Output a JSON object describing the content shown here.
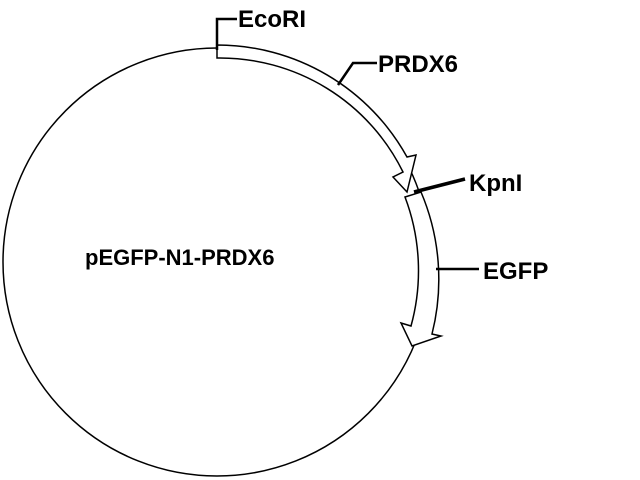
{
  "plasmid": {
    "name": "pEGFP-N1-PRDX6"
  },
  "sites": {
    "ecori": "EcoRI",
    "kpni": "KpnI"
  },
  "features": {
    "prdx6": "PRDX6",
    "egfp": "EGFP"
  },
  "colors": {
    "line": "#000000",
    "background": "#ffffff",
    "feature_fill": "#ffffff"
  }
}
